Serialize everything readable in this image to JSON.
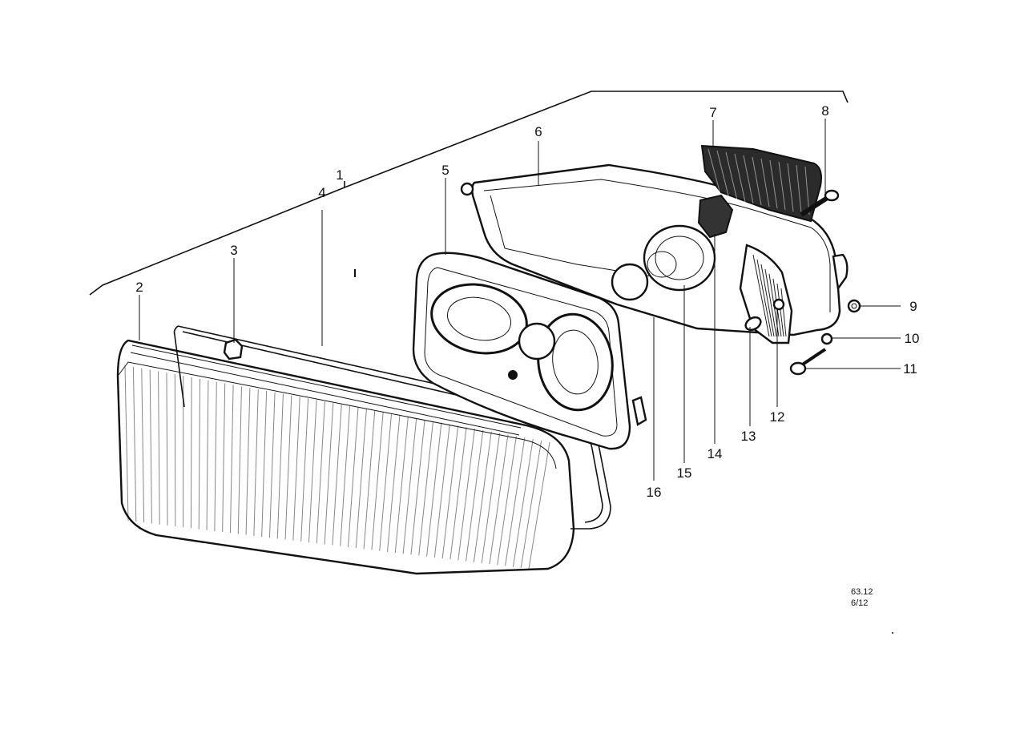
{
  "diagram": {
    "callouts": [
      {
        "id": "1",
        "label": "1"
      },
      {
        "id": "2",
        "label": "2"
      },
      {
        "id": "3",
        "label": "3"
      },
      {
        "id": "4",
        "label": "4"
      },
      {
        "id": "5",
        "label": "5"
      },
      {
        "id": "6",
        "label": "6"
      },
      {
        "id": "7",
        "label": "7"
      },
      {
        "id": "8",
        "label": "8"
      },
      {
        "id": "9",
        "label": "9"
      },
      {
        "id": "10",
        "label": "10"
      },
      {
        "id": "11",
        "label": "11"
      },
      {
        "id": "12",
        "label": "12"
      },
      {
        "id": "13",
        "label": "13"
      },
      {
        "id": "14",
        "label": "14"
      },
      {
        "id": "15",
        "label": "15"
      },
      {
        "id": "16",
        "label": "16"
      }
    ],
    "reference_code": "63.12",
    "reference_date": "6/12"
  }
}
